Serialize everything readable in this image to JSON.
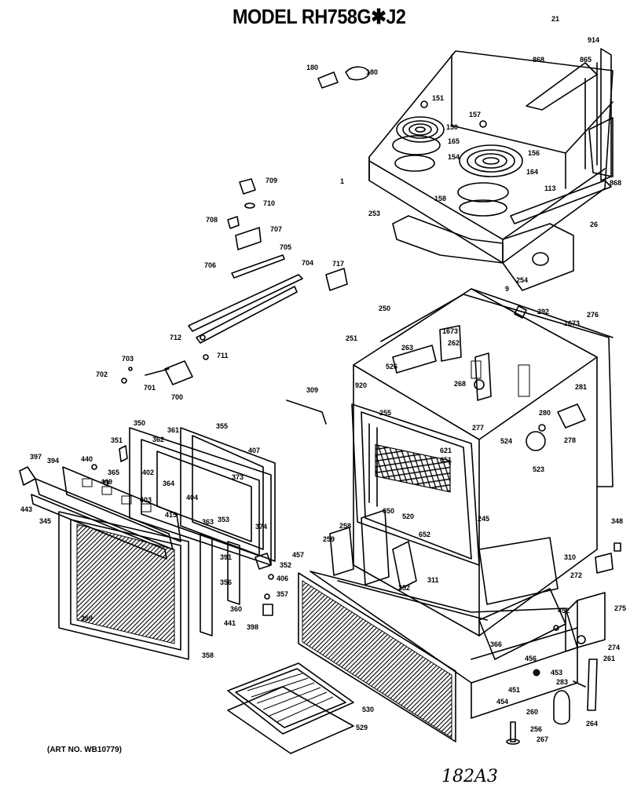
{
  "title": "MODEL RH758G✱J2",
  "art_number": "(ART NO. WB10779)",
  "handwritten_note": "182A3",
  "part_labels": {
    "p21": "21",
    "p914": "914",
    "p868": "868",
    "p865": "865",
    "p868b": "868",
    "p180a": "180",
    "p180b": "180",
    "p151": "151",
    "p150": "150",
    "p157": "157",
    "p165": "165",
    "p156": "156",
    "p154": "154",
    "p164": "164",
    "p158": "158",
    "p113": "113",
    "p1": "1",
    "p26": "26",
    "p253": "253",
    "p9": "9",
    "p254": "254",
    "p709": "709",
    "p710": "710",
    "p708": "708",
    "p707": "707",
    "p705": "705",
    "p706": "706",
    "p704": "704",
    "p717": "717",
    "p712": "712",
    "p711": "711",
    "p703": "703",
    "p702": "702",
    "p701": "701",
    "p700": "700",
    "p250": "250",
    "p1673a": "1673",
    "p292": "292",
    "p1673b": "1673",
    "p276": "276",
    "p251": "251",
    "p263": "263",
    "p262": "262",
    "p526": "526",
    "p268": "268",
    "p281": "281",
    "p309": "309",
    "p920": "920",
    "p255": "255",
    "p280": "280",
    "p277": "277",
    "p278": "278",
    "p524": "524",
    "p621": "621",
    "p651": "651",
    "p523": "523",
    "p650": "650",
    "p520": "520",
    "p652": "652",
    "p245": "245",
    "p258": "258",
    "p259": "259",
    "p311": "311",
    "p252": "252",
    "p310": "310",
    "p272": "272",
    "p348": "348",
    "p350": "350",
    "p361": "361",
    "p355": "355",
    "p351": "351",
    "p362": "362",
    "p407": "407",
    "p397": "397",
    "p394": "394",
    "p440": "440",
    "p365": "365",
    "p402": "402",
    "p373": "373",
    "p449": "449",
    "p364": "364",
    "p403": "403",
    "p404": "404",
    "p443": "443",
    "p415": "415",
    "p363": "363",
    "p353": "353",
    "p374": "374",
    "p345": "345",
    "p391": "391",
    "p356": "356",
    "p352": "352",
    "p406": "406",
    "p357": "357",
    "p457": "457",
    "p360": "360",
    "p441": "441",
    "p398": "398",
    "p359": "359",
    "p358": "358",
    "p452": "452",
    "p275": "275",
    "p366": "366",
    "p274": "274",
    "p456": "456",
    "p261": "261",
    "p453": "453",
    "p451": "451",
    "p283": "283",
    "p454": "454",
    "p260": "260",
    "p264": "264",
    "p256": "256",
    "p267": "267",
    "p530": "530",
    "p529": "529"
  },
  "colors": {
    "line": "#000000",
    "background": "#ffffff"
  }
}
